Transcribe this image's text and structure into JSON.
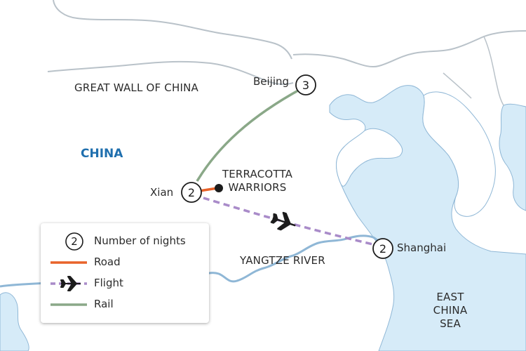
{
  "map": {
    "labels": {
      "great_wall": "GREAT WALL OF CHINA",
      "china": "CHINA",
      "terracotta_line1": "TERRACOTTA",
      "terracotta_line2": "WARRIORS",
      "yangtze": "YANGTZE RIVER",
      "sea_line1": "EAST",
      "sea_line2": "CHINA",
      "sea_line3": "SEA"
    },
    "cities": [
      {
        "name": "Beijing",
        "nights": "3"
      },
      {
        "name": "Xian",
        "nights": "2"
      },
      {
        "name": "Shanghai",
        "nights": "2"
      }
    ]
  },
  "legend": {
    "nights_badge": "2",
    "nights_label": "Number of nights",
    "road_label": "Road",
    "flight_label": "Flight",
    "rail_label": "Rail"
  },
  "colors": {
    "sea": "#d6ebf8",
    "sea_shore": "#8fb7d6",
    "land": "#ffffff",
    "border": "#b9c2c9",
    "road": "#e8632a",
    "flight": "#a98bc9",
    "rail": "#8aa888",
    "country_label": "#1f6fae"
  }
}
